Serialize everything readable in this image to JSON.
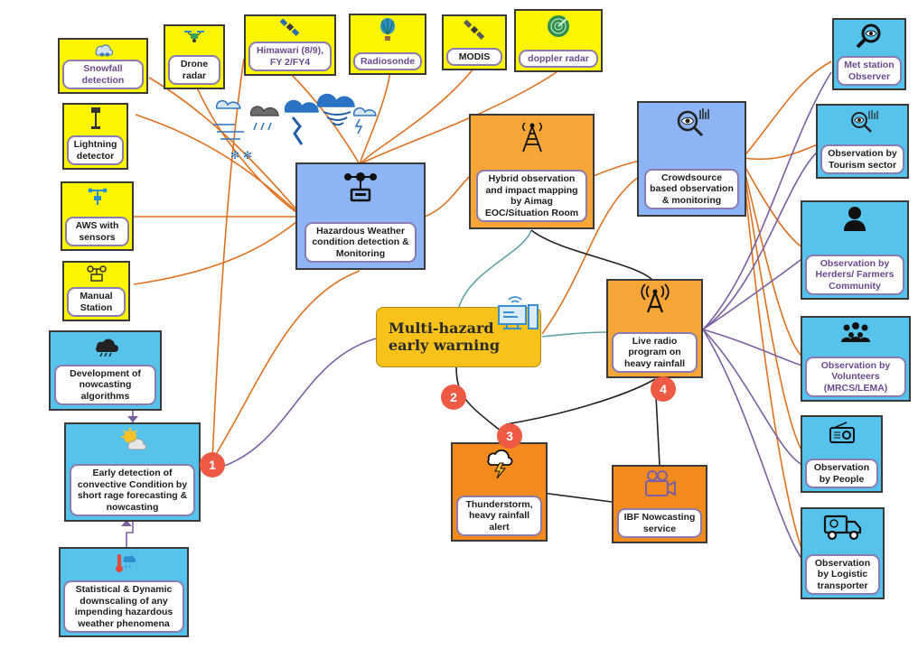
{
  "center": {
    "label": "Multi-hazard early warning"
  },
  "badges": [
    "1",
    "2",
    "3",
    "4"
  ],
  "nodes": {
    "snowfall": "Snowfall detection",
    "drone": "Drone radar",
    "himawari": "Himawari (8/9), FY 2/FY4",
    "radiosonde": "Radiosonde",
    "modis": "MODIS",
    "doppler": "doppler radar",
    "lightning": "Lightning detector",
    "aws": "AWS with sensors",
    "manual": "Manual Station",
    "hazardous": "Hazardous Weather condition detection & Monitoring",
    "hybrid": "Hybrid observation and impact mapping by Aimag EOC/Situation Room",
    "crowdsource": "Crowdsource based observation & monitoring",
    "metstation": "Met station Observer",
    "tourism": "Observation by Tourism sector",
    "herders": "Observation by Herders/ Farmers Community",
    "volunteers": "Observation by Volunteers (MRCS/LEMA)",
    "people": "Observation by People",
    "logistic": "Observation by Logistic transporter",
    "nowcastdev": "Development of nowcasting algorithms",
    "early": "Early detection of convective Condition by short rage forecasting & nowcasting",
    "statistical": "Statistical & Dynamic downscaling of any impending hazardous weather phenomena",
    "liveradio": "Live radio program on heavy rainfall",
    "thunder": "Thunderstorm, heavy rainfall alert",
    "ibf": "IBF Nowcasting service"
  },
  "colors": {
    "yellow": "#fbf500",
    "blue": "#56c3ec",
    "periwinkle": "#8db4f5",
    "orange": "#f5a637",
    "dark_orange": "#f28a1d",
    "center": "#f8c21a",
    "orange_link": "#e0711f",
    "purple_link": "#7a5fa3",
    "teal_link": "#5fa3a8",
    "black_link": "#222222",
    "badge": "#ef5a45"
  },
  "icons": [
    "snowflake-cloud-icon",
    "drone-icon",
    "satellite-icon",
    "balloon-icon",
    "satellite-icon",
    "radar-icon",
    "lamp-icon",
    "anemometer-icon",
    "station-icon",
    "weather-vane-icon",
    "antenna-tower-icon",
    "eye-scan-icon",
    "magnifier-eye-icon",
    "person-icon",
    "group-icon",
    "radio-icon",
    "truck-icon",
    "storm-cloud-icon",
    "sun-cloud-icon",
    "thermometer-icon",
    "signal-tower-icon",
    "lightning-cloud-icon",
    "video-camera-icon",
    "computer-icon"
  ]
}
